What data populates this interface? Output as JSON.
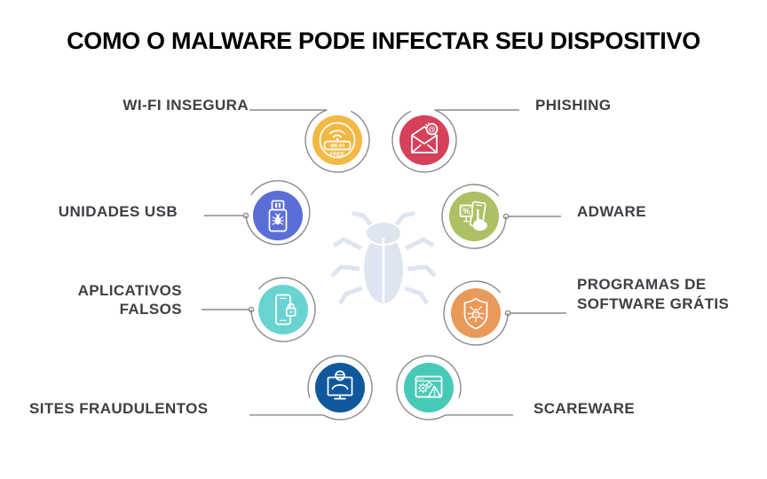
{
  "title": "COMO O MALWARE PODE INFECTAR SEU DISPOSITIVO",
  "center_icon": "bug-icon",
  "colors": {
    "title": "#000000",
    "label": "#3E3F44",
    "connector": "#8A8A8A",
    "watermark": "#DFE5F0",
    "wifi": "#F2B843",
    "phishing": "#D64059",
    "usb": "#5B6ED8",
    "adware": "#ACC164",
    "fake_apps": "#69D3D0",
    "free_software": "#E9995A",
    "fraud_sites": "#10589D",
    "scareware": "#47C9B7"
  },
  "items": {
    "wifi": {
      "label": "WI-FI INSEGURA",
      "icon": "wifi-free-icon",
      "badge_line1": "WI-FI",
      "badge_line2": "FREE"
    },
    "phishing": {
      "label": "PHISHING",
      "icon": "phishing-envelope-icon",
      "at_symbol": "@"
    },
    "usb": {
      "label": "UNIDADES USB",
      "icon": "usb-drive-bug-icon"
    },
    "adware": {
      "label": "ADWARE",
      "icon": "adware-phone-offer-icon",
      "percent_symbol": "%"
    },
    "fake_apps": {
      "label": "APLICATIVOS FALSOS",
      "icon": "fake-app-phone-lock-icon"
    },
    "free_software": {
      "label": "PROGRAMAS DE SOFTWARE GRÁTIS",
      "icon": "shield-circuit-lock-icon"
    },
    "fraud_sites": {
      "label": "SITES FRAUDULENTOS",
      "icon": "hacker-monitor-icon"
    },
    "scareware": {
      "label": "SCAREWARE",
      "icon": "scareware-browser-warning-icon"
    }
  }
}
